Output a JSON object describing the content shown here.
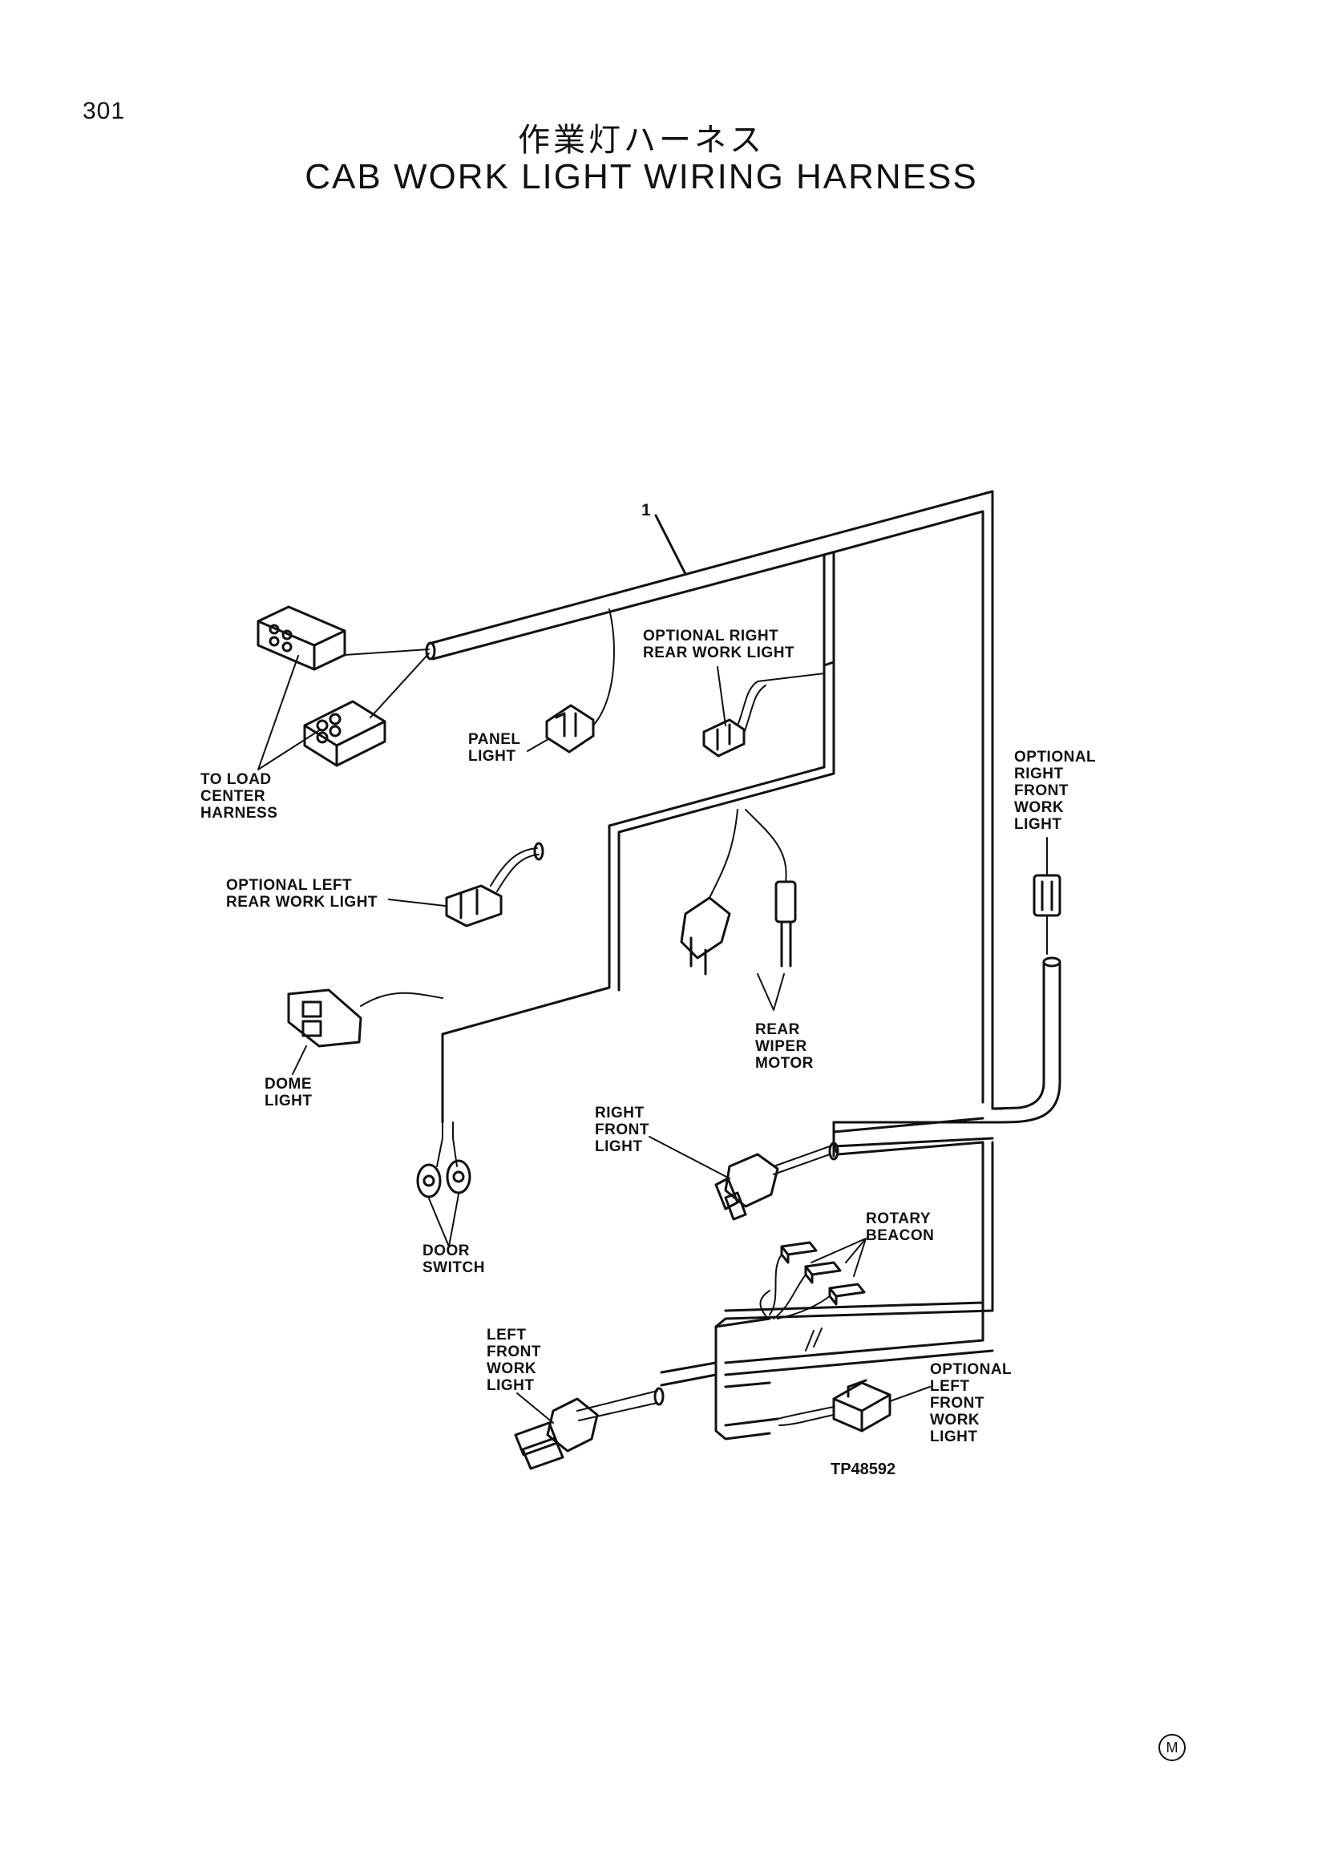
{
  "page_number": "301",
  "title_jp": "作業灯ハーネス",
  "title_en": "CAB WORK LIGHT WIRING HARNESS",
  "callout": "1",
  "labels": {
    "to_load_center": "TO LOAD\nCENTER\nHARNESS",
    "panel_light": "PANEL\nLIGHT",
    "opt_right_rear": "OPTIONAL RIGHT\nREAR WORK LIGHT",
    "opt_right_front": "OPTIONAL\nRIGHT\nFRONT\nWORK\nLIGHT",
    "opt_left_rear": "OPTIONAL LEFT\nREAR WORK LIGHT",
    "dome_light": "DOME\nLIGHT",
    "rear_wiper": "REAR\nWIPER\nMOTOR",
    "right_front": "RIGHT\nFRONT\nLIGHT",
    "door_switch": "DOOR\nSWITCH",
    "rotary_beacon": "ROTARY\nBEACON",
    "left_front": "LEFT\nFRONT\nWORK\nLIGHT",
    "opt_left_front": "OPTIONAL\nLEFT\nFRONT\nWORK\nLIGHT"
  },
  "figure_ref": "TP48592",
  "mark": "M"
}
